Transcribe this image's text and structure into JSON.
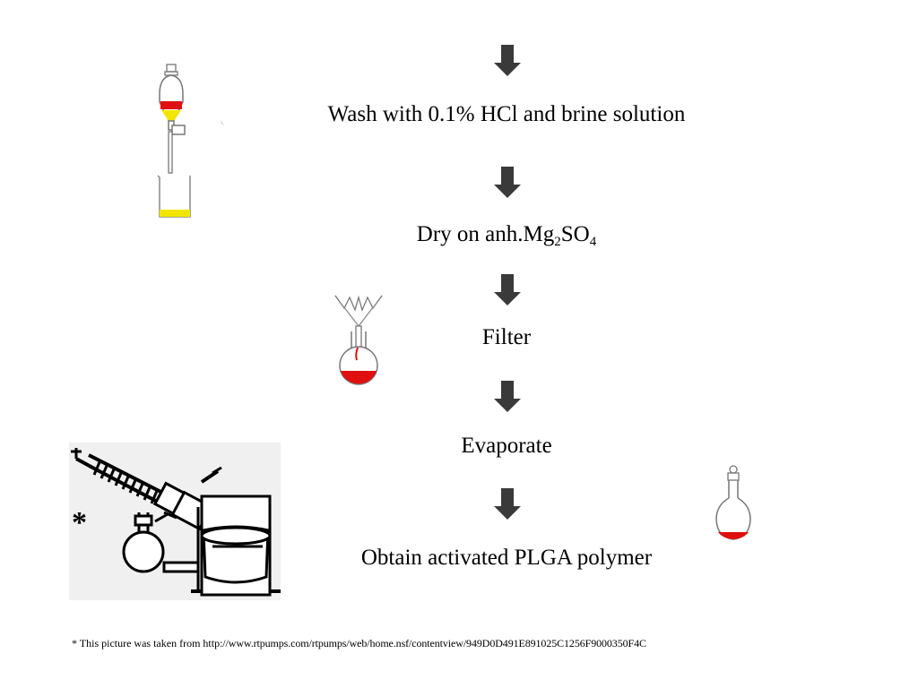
{
  "steps": [
    {
      "text": "Wash with 0.1% HCl and brine solution"
    },
    {
      "text_main": "Dry on anh.Mg",
      "sub1": "2",
      "text_mid": "SO",
      "sub2": "4"
    },
    {
      "text": "Filter"
    },
    {
      "text": "Evaporate"
    },
    {
      "text": "Obtain activated PLGA polymer"
    }
  ],
  "asterisk": "*",
  "footnote": {
    "prefix": "* This picture was taken from http",
    "url": "://www.rtpumps.com/rtpumps/web/home.nsf/contentview/949D0D491E891025C1256F9000350F4C"
  },
  "colors": {
    "arrow": "#3a3a3a",
    "red_liquid": "#e01010",
    "yellow_liquid": "#f2e600"
  },
  "icons": [
    "down-arrow-icon",
    "separatory-funnel-icon",
    "filter-funnel-flask-icon",
    "rotary-evaporator-icon",
    "stoppered-flask-icon"
  ]
}
